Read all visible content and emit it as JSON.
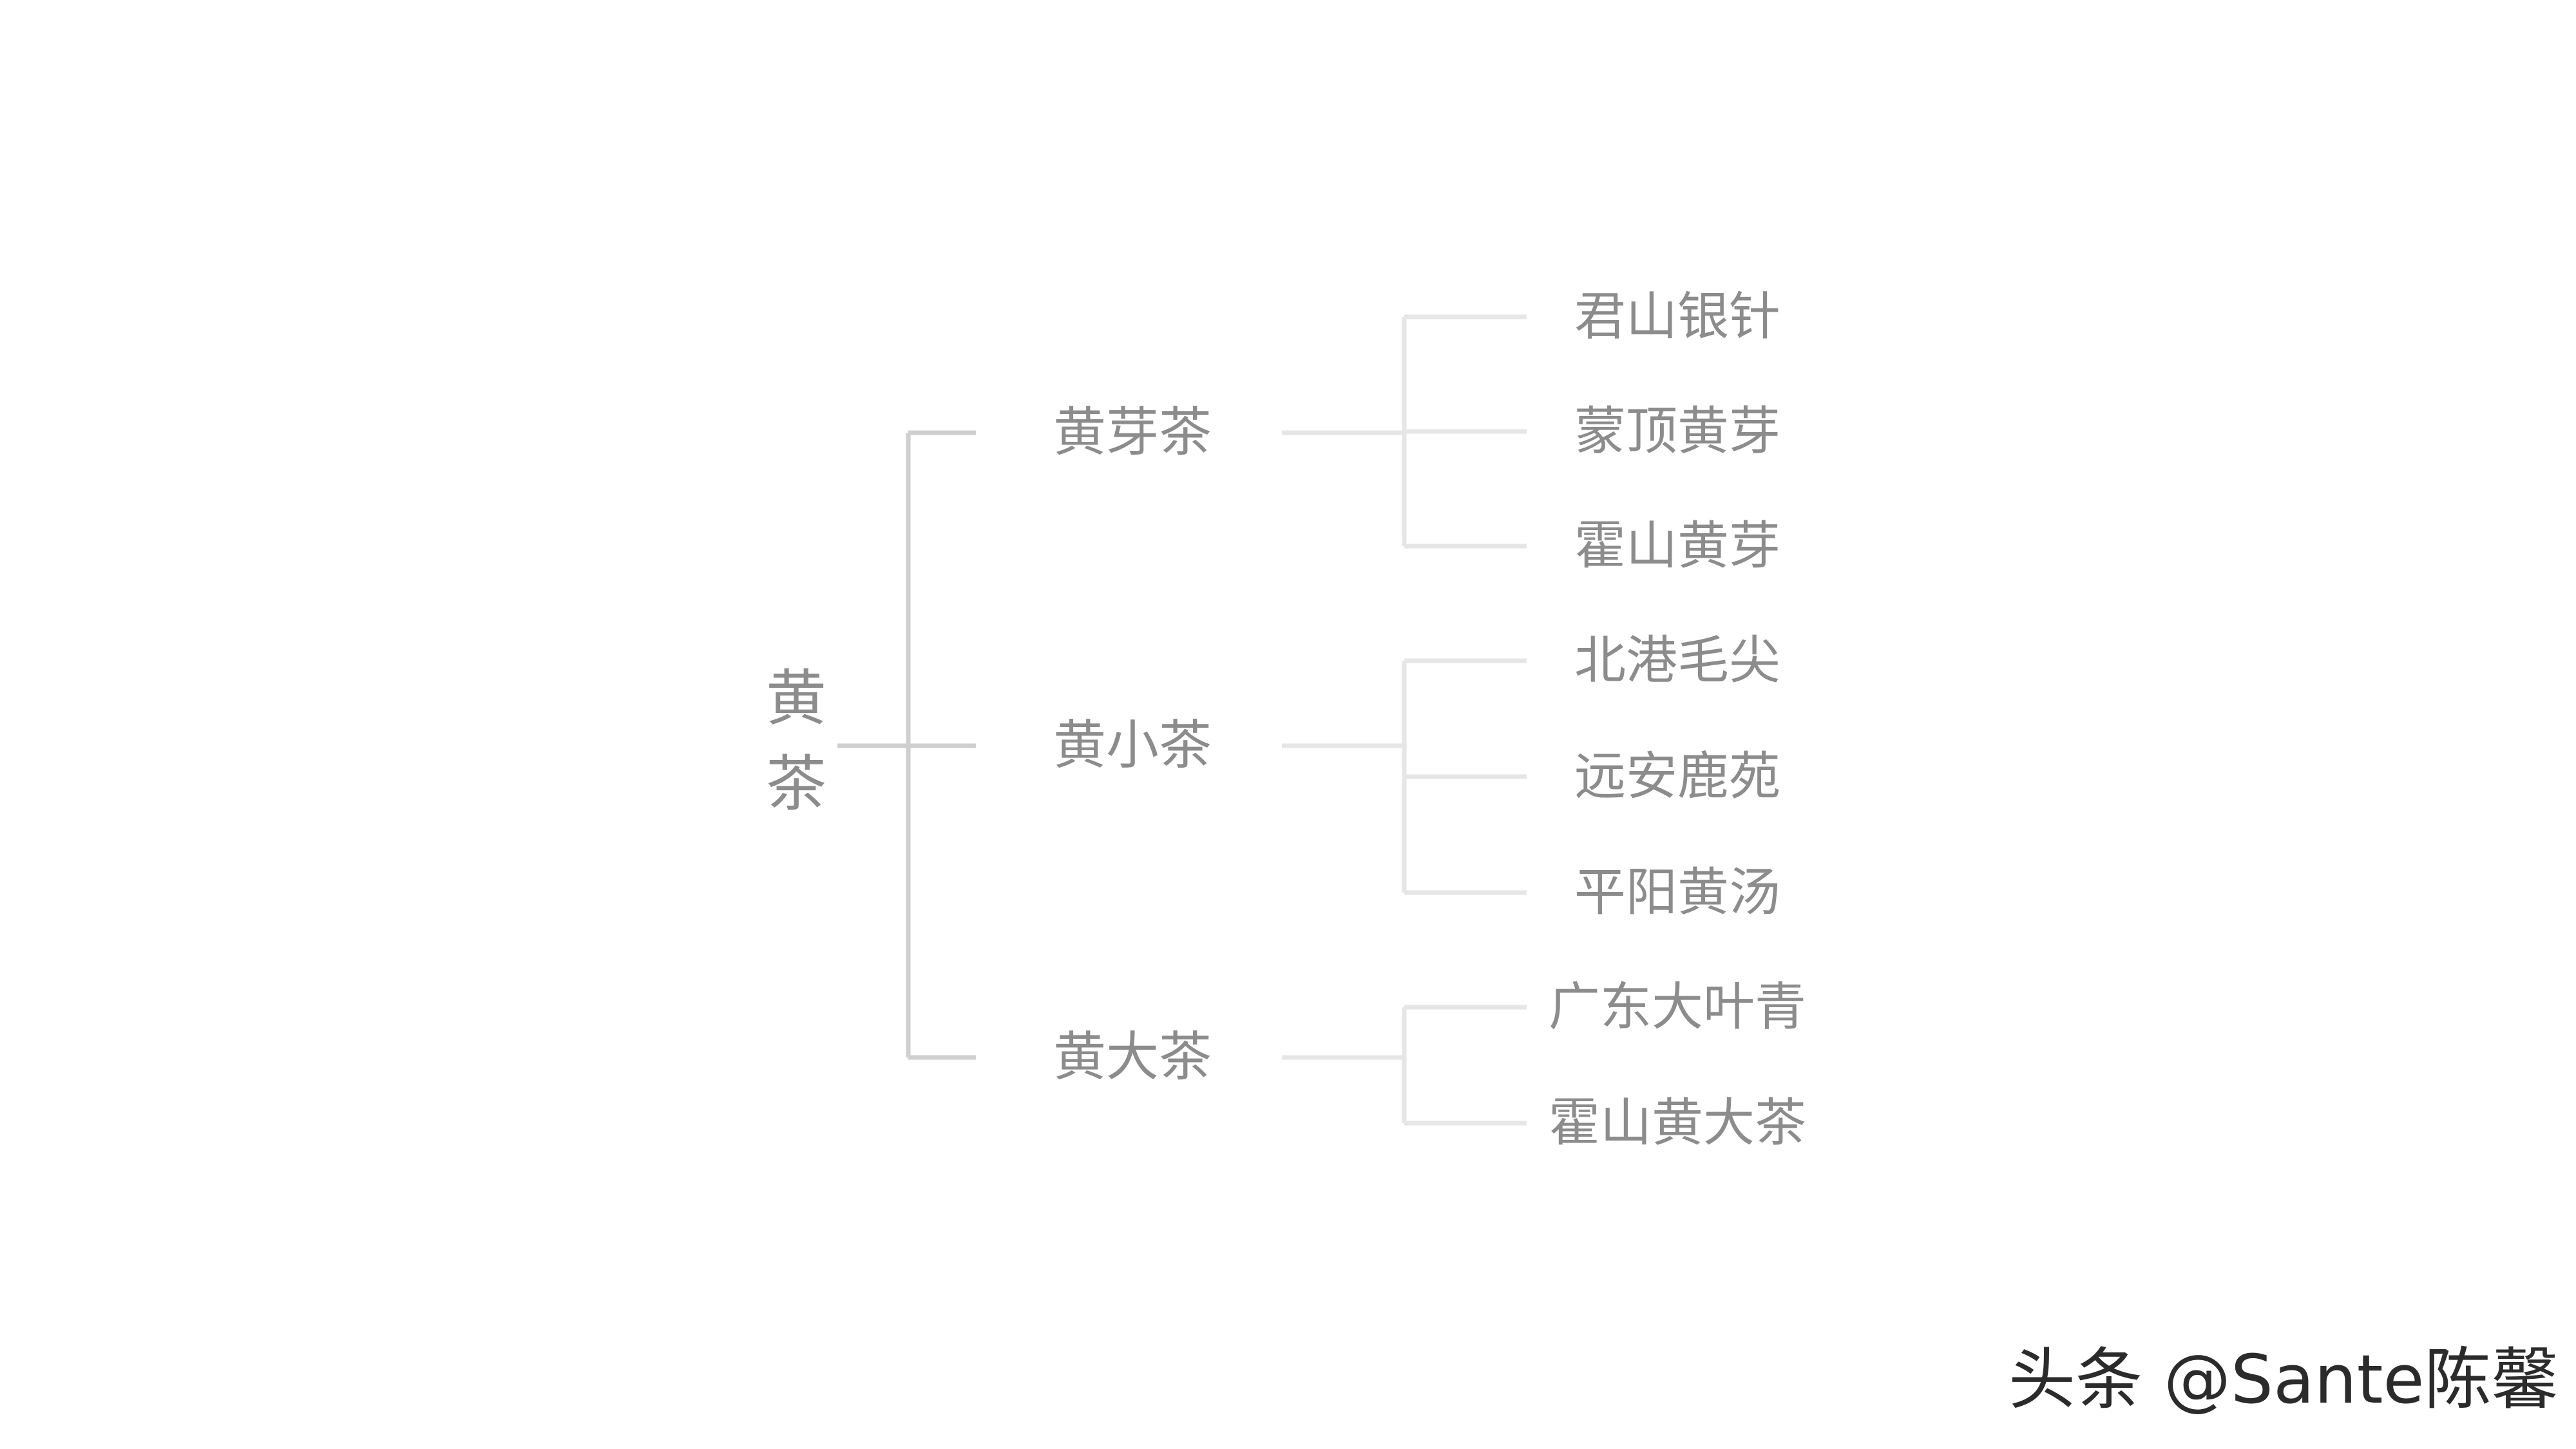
{
  "root": {
    "label": "黄茶"
  },
  "branches": [
    {
      "label": "黄芽茶",
      "children": [
        "君山银针",
        "蒙顶黄芽",
        "霍山黄芽"
      ]
    },
    {
      "label": "黄小茶",
      "children": [
        "北港毛尖",
        "远安鹿苑",
        "平阳黄汤"
      ]
    },
    {
      "label": "黄大茶",
      "children": [
        "广东大叶青",
        "霍山黄大茶"
      ]
    }
  ],
  "watermark": "头条 @Sante陈馨",
  "colors": {
    "text": "#8c8c8c",
    "line_main": "#cfcfcf",
    "line_leaf": "#e6e6e6",
    "watermark": "#2b2b2b"
  }
}
